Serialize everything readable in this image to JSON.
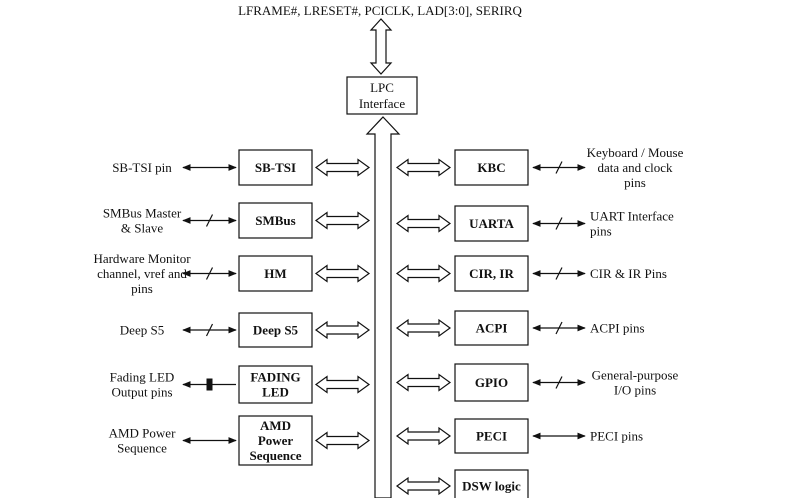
{
  "top_signals": "LFRAME#, LRESET#, PCICLK, LAD[3:0], SERIRQ",
  "lpc": {
    "line1": "LPC",
    "line2": "Interface"
  },
  "left": [
    {
      "label": [
        "SB-TSI pin"
      ],
      "block": [
        "SB-TSI"
      ]
    },
    {
      "label": [
        "SMBus Master",
        "& Slave"
      ],
      "block": [
        "SMBus"
      ]
    },
    {
      "label": [
        "Hardware Monitor",
        "channel, vref and",
        "pins"
      ],
      "block": [
        "HM"
      ]
    },
    {
      "label": [
        "Deep S5"
      ],
      "block": [
        "Deep S5"
      ]
    },
    {
      "label": [
        "Fading LED",
        "Output pins"
      ],
      "block": [
        "FADING",
        "LED"
      ]
    },
    {
      "label": [
        "AMD Power",
        "Sequence"
      ],
      "block": [
        "AMD",
        "Power",
        "Sequence"
      ]
    }
  ],
  "right": [
    {
      "label": [
        "Keyboard / Mouse",
        "data and clock",
        "pins"
      ],
      "block": [
        "KBC"
      ]
    },
    {
      "label": [
        "UART Interface",
        "pins"
      ],
      "block": [
        "UARTA"
      ]
    },
    {
      "label": [
        "CIR & IR Pins"
      ],
      "block": [
        "CIR, IR"
      ]
    },
    {
      "label": [
        "ACPI pins"
      ],
      "block": [
        "ACPI"
      ]
    },
    {
      "label": [
        "General-purpose",
        "I/O pins"
      ],
      "block": [
        "GPIO"
      ]
    },
    {
      "label": [
        "PECI pins"
      ],
      "block": [
        "PECI"
      ]
    },
    {
      "label": [],
      "block": [
        "DSW logic"
      ]
    }
  ]
}
